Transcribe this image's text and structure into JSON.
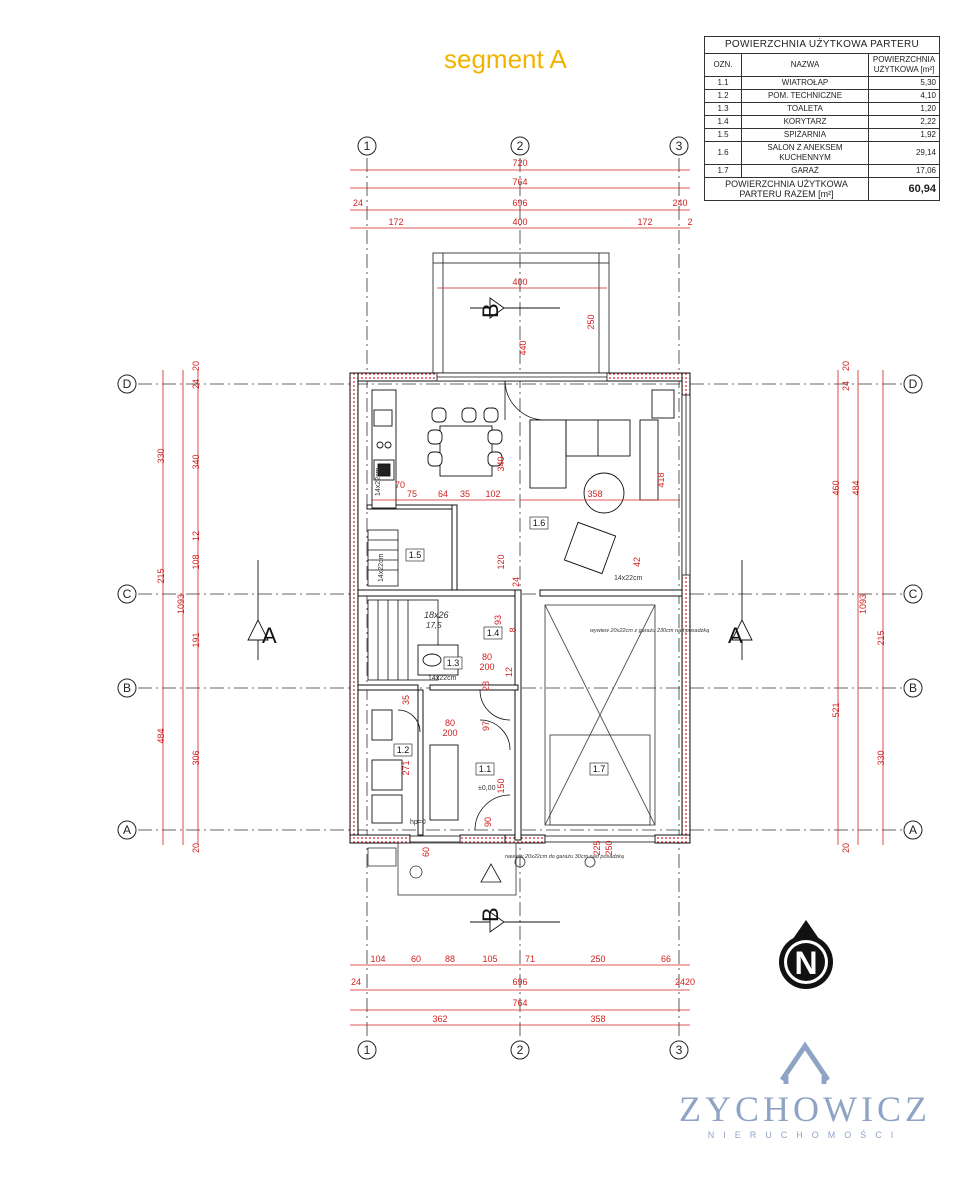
{
  "title": "segment A",
  "area_table": {
    "caption": "POWIERZCHNIA UŻYTKOWA PARTERU",
    "col_id": "OZN.",
    "col_name": "NAZWA",
    "col_area_line1": "POWIERZCHNIA",
    "col_area_line2": "UŻYTKOWA [m²]",
    "rows": [
      {
        "id": "1.1",
        "name": "WIATROŁAP",
        "area": "5,30"
      },
      {
        "id": "1.2",
        "name": "POM. TECHNICZNE",
        "area": "4,10"
      },
      {
        "id": "1.3",
        "name": "TOALETA",
        "area": "1,20"
      },
      {
        "id": "1.4",
        "name": "KORYTARZ",
        "area": "2,22"
      },
      {
        "id": "1.5",
        "name": "SPIŻARNIA",
        "area": "1,92"
      },
      {
        "id": "1.6",
        "name": "SALON Z ANEKSEM KUCHENNYM",
        "area": "29,14"
      },
      {
        "id": "1.7",
        "name": "GARAŻ",
        "area": "17,06"
      }
    ],
    "total_label": "POWIERZCHNIA UŻYTKOWA PARTERU RAZEM [m²]",
    "total_value": "60,94"
  },
  "grid": {
    "cols": [
      "1",
      "2",
      "3"
    ],
    "rows": [
      "D",
      "C",
      "B",
      "A"
    ]
  },
  "section_marks": {
    "a": "A",
    "b": "B"
  },
  "rooms": {
    "r11": "1.1",
    "r12": "1.2",
    "r13": "1.3",
    "r14": "1.4",
    "r15": "1.5",
    "r16": "1.6",
    "r17": "1.7"
  },
  "dims_top": {
    "d720": "720",
    "d764": "764",
    "d696": "696",
    "d24": "24",
    "d240": "240",
    "d172a": "172",
    "d400": "400",
    "d172b": "172",
    "d400b": "400",
    "d250": "250",
    "d440": "440"
  },
  "dims_bottom": {
    "b104": "104",
    "b60": "60",
    "b88": "88",
    "b105": "105",
    "b71": "71",
    "b250": "250",
    "b66": "66",
    "b696": "696",
    "b764": "764",
    "b362": "362",
    "b358": "358",
    "b24a": "24",
    "b24b": "24",
    "b20": "20"
  },
  "dims_left": {
    "l330": "330",
    "l215": "215",
    "l1093": "1093",
    "l484": "484",
    "l340": "340",
    "l108": "108",
    "l191": "191",
    "l306": "306",
    "l20a": "20",
    "l24": "24",
    "l12": "12",
    "l20b": "20"
  },
  "dims_right": {
    "r460": "460",
    "r484": "484",
    "r1093": "1093",
    "r215": "215",
    "r521": "521",
    "r330": "330",
    "r20a": "20",
    "r24": "24",
    "r20b": "20"
  },
  "dims_inner": {
    "i75": "75",
    "i64": "64",
    "i35": "35",
    "i102": "102",
    "i358": "358",
    "i418": "418",
    "i340": "340",
    "i120": "120",
    "i42": "42",
    "i80a": "80",
    "i200a": "200",
    "i80b": "80",
    "i200b": "200",
    "i271": "271",
    "i93": "93",
    "i35b": "35",
    "i24": "24",
    "i28": "28",
    "i12": "12",
    "i97": "97",
    "i90": "90",
    "i150": "150",
    "i60": "60",
    "i225": "225",
    "i250": "250",
    "i2": "2",
    "i70": "70",
    "i8": "8"
  },
  "annotations": {
    "stairs": "18x26",
    "stairs2": "17,5",
    "vent1": "14x22cm",
    "vent2": "14x22cm",
    "vent3": "14x22cm",
    "vent4": "14x22cm",
    "level": "±0,00",
    "hp": "hp=0",
    "garage_vent_top": "wywiew 20x22cm z garażu 230cm nad posadzką",
    "garage_vent_bottom": "nawiew 20x22cm do garażu 30cm nad posadzką"
  },
  "north_label": "N",
  "logo": {
    "name": "ZYCHOWICZ",
    "tagline": "NIERUCHOMOŚCI"
  },
  "colors": {
    "accent": "#f0b400",
    "dimension": "#d22020",
    "line": "#111111",
    "logo": "#8fa4c4"
  }
}
